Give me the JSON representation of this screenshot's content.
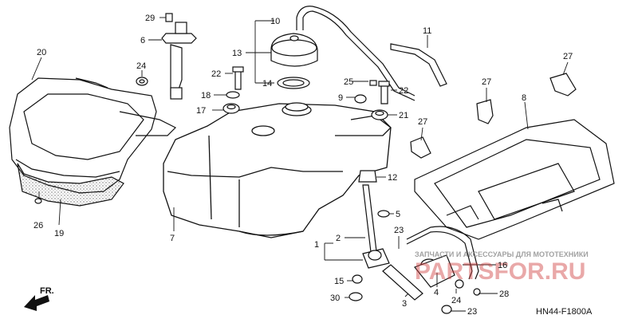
{
  "diagram": {
    "code": "HN44-F1800A",
    "direction_label": "FR.",
    "watermark": {
      "small_text": "ЗАПЧАСТИ И АКСЕССУАРЫ ДЛЯ МОТОТЕХНИКИ",
      "brand": "PARTSFOR.RU"
    },
    "callouts": [
      {
        "id": "c29",
        "text": "29"
      },
      {
        "id": "c6",
        "text": "6"
      },
      {
        "id": "c20",
        "text": "20"
      },
      {
        "id": "c24a",
        "text": "24"
      },
      {
        "id": "c10",
        "text": "10"
      },
      {
        "id": "c13",
        "text": "13"
      },
      {
        "id": "c14",
        "text": "14"
      },
      {
        "id": "c11",
        "text": "11"
      },
      {
        "id": "c22a",
        "text": "22"
      },
      {
        "id": "c25",
        "text": "25"
      },
      {
        "id": "c22b",
        "text": "22"
      },
      {
        "id": "c18",
        "text": "18"
      },
      {
        "id": "c9",
        "text": "9"
      },
      {
        "id": "c17",
        "text": "17"
      },
      {
        "id": "c21",
        "text": "21"
      },
      {
        "id": "c27a",
        "text": "27"
      },
      {
        "id": "c27b",
        "text": "27"
      },
      {
        "id": "c27c",
        "text": "27"
      },
      {
        "id": "c8",
        "text": "8"
      },
      {
        "id": "c12",
        "text": "12"
      },
      {
        "id": "c5",
        "text": "5"
      },
      {
        "id": "c26",
        "text": "26"
      },
      {
        "id": "c19",
        "text": "19"
      },
      {
        "id": "c7",
        "text": "7"
      },
      {
        "id": "c1",
        "text": "1"
      },
      {
        "id": "c2",
        "text": "2"
      },
      {
        "id": "c23a",
        "text": "23"
      },
      {
        "id": "c16",
        "text": "16"
      },
      {
        "id": "c15",
        "text": "15"
      },
      {
        "id": "c4",
        "text": "4"
      },
      {
        "id": "c28",
        "text": "28"
      },
      {
        "id": "c30",
        "text": "30"
      },
      {
        "id": "c3",
        "text": "3"
      },
      {
        "id": "c24b",
        "text": "24"
      },
      {
        "id": "c23b",
        "text": "23"
      }
    ]
  }
}
